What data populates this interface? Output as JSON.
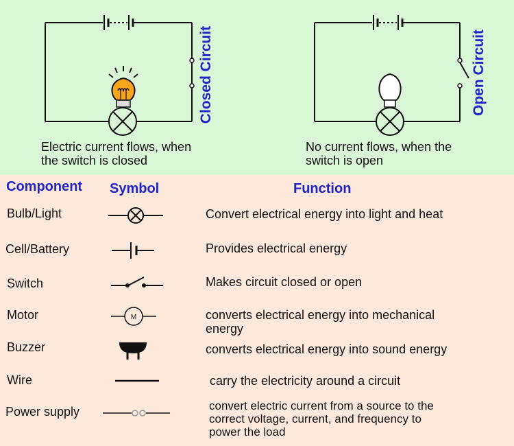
{
  "diagrams": {
    "closed": {
      "label": "Closed Circuit",
      "caption_line1": "Electric current flows, when",
      "caption_line2": "the switch is closed"
    },
    "open": {
      "label": "Open Circuit",
      "caption_line1": "No current flows, when the",
      "caption_line2": "switch is open"
    }
  },
  "table": {
    "headers": {
      "component": "Component",
      "symbol": "Symbol",
      "function": "Function"
    },
    "rows": [
      {
        "component": "Bulb/Light",
        "symbol": "bulb-symbol-icon",
        "function": [
          "Convert electrical energy into light and heat"
        ]
      },
      {
        "component": "Cell/Battery",
        "symbol": "cell-symbol-icon",
        "function": [
          "Provides electrical energy"
        ]
      },
      {
        "component": "Switch",
        "symbol": "switch-symbol-icon",
        "function": [
          "Makes circuit closed or open"
        ]
      },
      {
        "component": "Motor",
        "symbol": "motor-symbol-icon",
        "motor_letter": "M",
        "function": [
          "converts electrical energy into mechanical",
          "energy"
        ]
      },
      {
        "component": "Buzzer",
        "symbol": "buzzer-symbol-icon",
        "function": [
          "converts electrical energy into sound energy"
        ]
      },
      {
        "component": "Wire",
        "symbol": "wire-symbol-icon",
        "function": [
          "carry the electricity around a circuit"
        ]
      },
      {
        "component": "Power supply",
        "symbol": "power-supply-symbol-icon",
        "function": [
          "convert electric current from a source to the",
          "correct voltage, current, and frequency to",
          "power the load"
        ]
      }
    ]
  },
  "colors": {
    "top_bg": "#d9f7d6",
    "bottom_bg": "#fde9dc",
    "label_blue": "#1f24c9",
    "bulb_glow": "#f7a61b"
  }
}
